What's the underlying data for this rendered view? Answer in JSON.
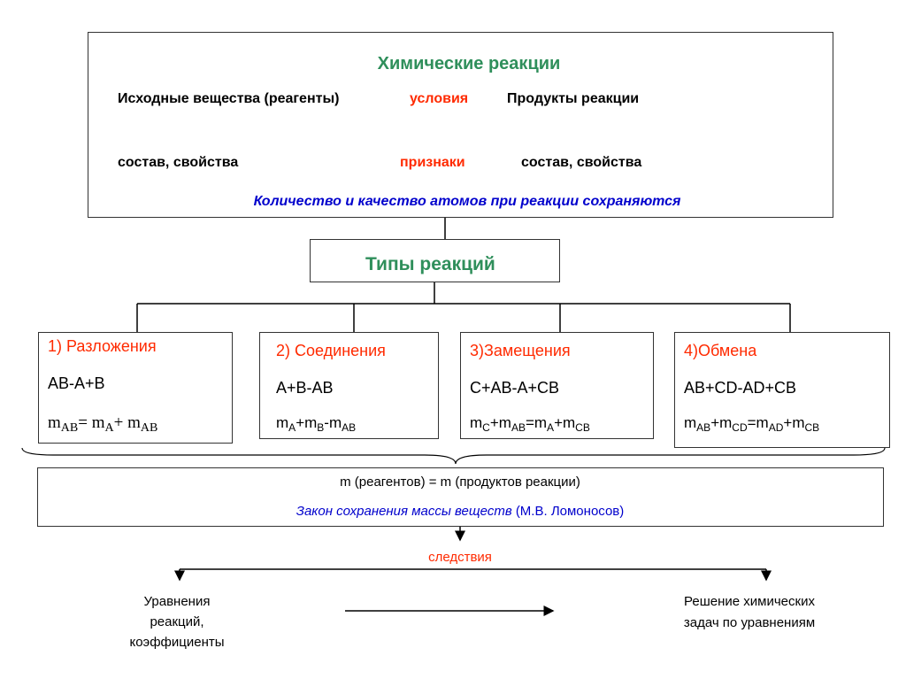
{
  "top": {
    "title": "Химические реакции",
    "reagents": "Исходные вещества (реагенты)",
    "conditions": "условия",
    "products": "Продукты реакции",
    "reagents_props": "состав, свойства",
    "signs": "признаки",
    "products_props": "состав, свойства",
    "conservation": "Количество и качество атомов при реакции сохраняются"
  },
  "types_title": "Типы реакций",
  "types": [
    {
      "title": "1)   Разложения",
      "scheme": "AB-A+B",
      "formula": [
        {
          "t": "m",
          "s": "AB"
        },
        {
          "t": "= m",
          "s": "A"
        },
        {
          "t": "+ m",
          "s": "AB"
        }
      ]
    },
    {
      "title": "2) Соединения",
      "scheme": "A+B-AB",
      "formula": [
        {
          "t": "m",
          "s": "A"
        },
        {
          "t": "+m",
          "s": "B"
        },
        {
          "t": "-m",
          "s": "AB"
        }
      ]
    },
    {
      "title": "3)Замещения",
      "scheme": "C+AB-A+CB",
      "formula": [
        {
          "t": "m",
          "s": "C"
        },
        {
          "t": "+m",
          "s": "AB"
        },
        {
          "t": "=m",
          "s": "A"
        },
        {
          "t": "+m",
          "s": "CB"
        }
      ]
    },
    {
      "title": "4)Обмена",
      "scheme": "AB+CD-AD+CB",
      "formula": [
        {
          "t": "m",
          "s": "AB"
        },
        {
          "t": "+m",
          "s": "CD"
        },
        {
          "t": "=m",
          "s": "AD"
        },
        {
          "t": "+m",
          "s": "CB"
        }
      ]
    }
  ],
  "law": {
    "equation": "m (реагентов) = m (продуктов реакции)",
    "name": "Закон сохранения массы веществ",
    "author": " (М.В. Ломоносов)"
  },
  "consequences": "следствия",
  "left_result": [
    "Уравнения",
    "реакций,",
    "коэффициенты"
  ],
  "right_result": [
    "Решение химических",
    "задач по уравнениям"
  ]
}
